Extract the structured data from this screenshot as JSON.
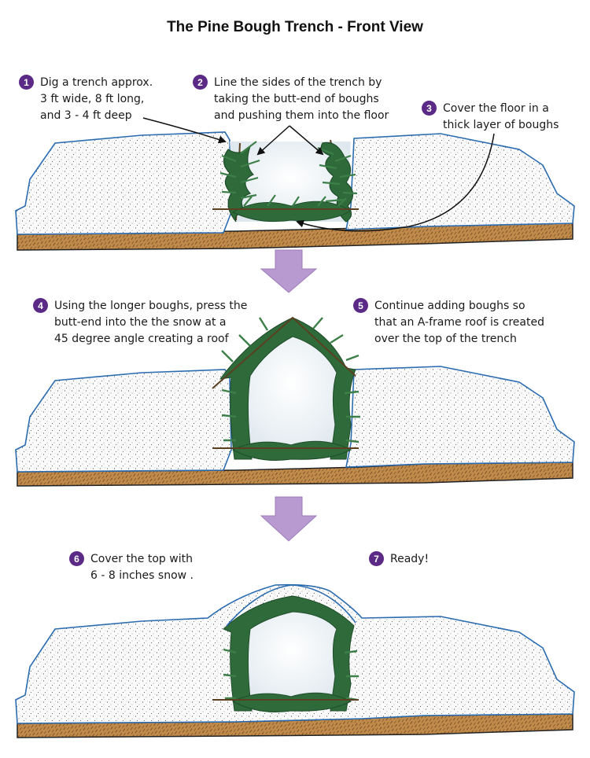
{
  "title": "The Pine Bough Trench - Front View",
  "steps": [
    {
      "num": "1",
      "text": "Dig a trench approx.\n3 ft wide, 8 ft long,\nand 3 - 4 ft deep"
    },
    {
      "num": "2",
      "text": "Line the sides of the trench by\ntaking the butt-end of boughs\nand pushing them into the floor"
    },
    {
      "num": "3",
      "text": "Cover the floor in a\nthick layer of boughs"
    },
    {
      "num": "4",
      "text": "Using the longer boughs, press the\nbutt-end into the the snow at a\n45 degree angle creating a roof"
    },
    {
      "num": "5",
      "text": "Continue adding boughs so\nthat an A-frame roof is created\nover the top of the trench"
    },
    {
      "num": "6",
      "text": "Cover the top with\n6 - 8 inches snow ."
    },
    {
      "num": "7",
      "text": "Ready!"
    }
  ],
  "colors": {
    "badge": "#5b2a86",
    "arrow": "#b89ad0",
    "snow_outline": "#2b6cb0",
    "soil": "#c08a4a",
    "bough": "#2f6b3a"
  }
}
